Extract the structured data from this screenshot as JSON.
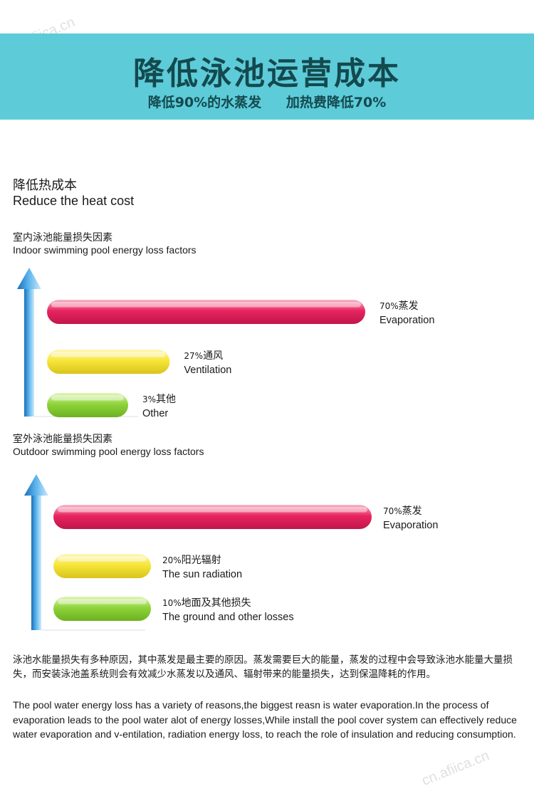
{
  "header": {
    "title": "降低泳池运营成本",
    "sub1": "降低90%的水蒸发",
    "sub2": "加热费降低70%"
  },
  "section": {
    "title_cn": "降低热成本",
    "title_en": "Reduce the heat cost"
  },
  "watermark": "cn.afiica.cn",
  "colors": {
    "banner": "#5ecbd9",
    "title": "#134a4e",
    "evaporation": "#e8245f",
    "yellow": "#f7e63a",
    "green": "#8fd43a",
    "arrow": "#2a8fd6"
  },
  "chart_data": [
    {
      "type": "bar",
      "title_cn": "室内泳池能量损失因素",
      "title_en": "Indoor swimming pool energy loss factors",
      "series": [
        {
          "label_pct": "70%",
          "label_cn": "蒸发",
          "label_en": "Evaporation",
          "value": 70,
          "color": "red"
        },
        {
          "label_pct": "27%",
          "label_cn": "通风",
          "label_en": "Ventilation",
          "value": 27,
          "color": "yellow"
        },
        {
          "label_pct": "3%",
          "label_cn": "其他",
          "label_en": "Other",
          "value": 3,
          "color": "green"
        }
      ]
    },
    {
      "type": "bar",
      "title_cn": "室外泳池能量损失因素",
      "title_en": "Outdoor swimming pool energy loss factors",
      "series": [
        {
          "label_pct": "70%",
          "label_cn": "蒸发",
          "label_en": "Evaporation",
          "value": 70,
          "color": "red"
        },
        {
          "label_pct": "20%",
          "label_cn": "阳光辐射",
          "label_en": "The sun  radiation",
          "value": 20,
          "color": "yellow"
        },
        {
          "label_pct": "10%",
          "label_cn": "地面及其他损失",
          "label_en": " The ground and other losses",
          "value": 10,
          "color": "green"
        }
      ]
    }
  ],
  "paragraph": {
    "cn": "泳池水能量损失有多种原因，其中蒸发是最主要的原因。蒸发需要巨大的能量，蒸发的过程中会导致泳池水能量大量损失，而安装泳池盖系统则会有效减少水蒸发以及通风、辐射带来的能量损失，达到保温降耗的作用。",
    "en": "The pool water energy loss has a variety of reasons,the biggest reasn is water evaporation.In the process of evaporation leads to the pool water alot of energy losses,While install the pool cover system can effectively reduce water evaporation and v-entilation,  radiation energy loss, to reach the role of insulation and reducing consumption."
  }
}
